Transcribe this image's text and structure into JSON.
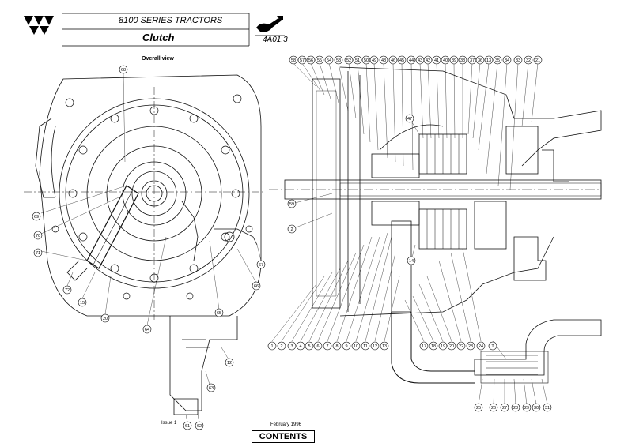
{
  "header": {
    "series": "8100 SERIES TRACTORS",
    "section_title": "Clutch",
    "section_code": "4A01.3",
    "logo_icon": "triple-triangle-logo-icon",
    "service_icon": "wrench-hand-icon"
  },
  "figure": {
    "view_label": "Overall view",
    "left_callouts": [
      "68",
      "69",
      "70",
      "71",
      "72",
      "15",
      "20",
      "64",
      "65",
      "66",
      "67",
      "63",
      "12",
      "61",
      "62"
    ],
    "top_callouts": [
      "58",
      "57",
      "56",
      "55",
      "54",
      "53",
      "52",
      "51",
      "50",
      "49",
      "48",
      "46",
      "45",
      "44",
      "43",
      "42",
      "41",
      "40",
      "39",
      "38",
      "37",
      "36",
      "13",
      "35",
      "34",
      "33",
      "32",
      "21"
    ],
    "bottom_callouts": [
      "1",
      "2",
      "3",
      "4",
      "5",
      "6",
      "7",
      "8",
      "9",
      "10",
      "11",
      "12",
      "13",
      "17",
      "18",
      "19",
      "20",
      "22",
      "23",
      "24",
      "T"
    ],
    "side_callouts": [
      "47",
      "59",
      "2",
      "14"
    ],
    "detail_callouts": [
      "25",
      "26",
      "27",
      "28",
      "29",
      "30",
      "31"
    ]
  },
  "footer": {
    "issue": "Issue 1",
    "date": "February 1996",
    "contents_label": "CONTENTS"
  }
}
